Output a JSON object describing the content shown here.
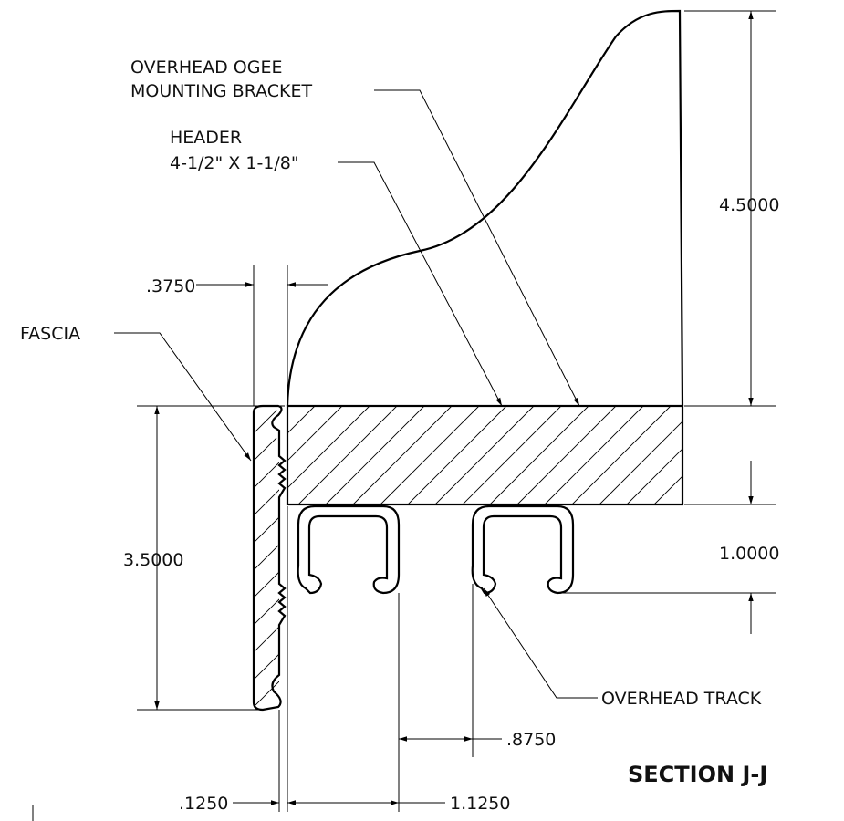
{
  "drawing": {
    "title": "SECTION J-J",
    "callouts": {
      "bracket_line1": "OVERHEAD OGEE",
      "bracket_line2": "MOUNTING BRACKET",
      "header_line1": "HEADER",
      "header_line2": "4-1/2\" X 1-1/8\"",
      "fascia": "FASCIA",
      "track": "OVERHEAD TRACK"
    },
    "dimensions": {
      "bracket_height": "4.5000",
      "fascia_gap": ".3750",
      "fascia_height": "3.5000",
      "track_drop": "1.0000",
      "track_spacing": ".8750",
      "fascia_offset": ".1250",
      "track_width": "1.1250"
    }
  }
}
